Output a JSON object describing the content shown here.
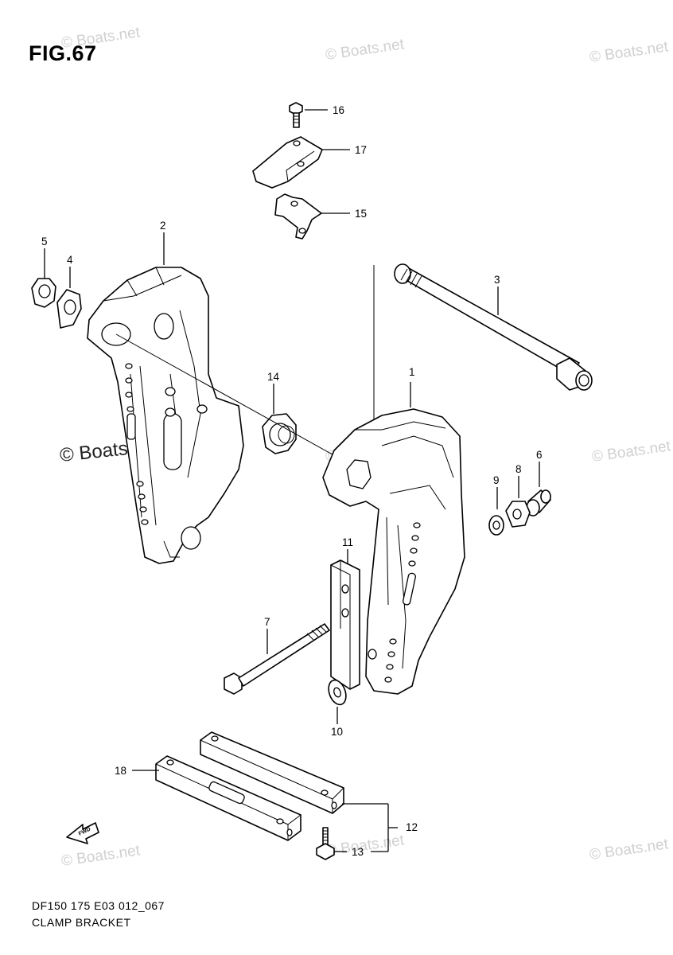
{
  "figure": {
    "title": "FIG.67"
  },
  "footer": {
    "code": "DF150 175 E03 012_067",
    "name": "CLAMP BRACKET"
  },
  "watermark": {
    "text": "© Boats.net"
  },
  "fwd_label": "FWD",
  "callouts": {
    "c1": "1",
    "c2": "2",
    "c3": "3",
    "c4": "4",
    "c5": "5",
    "c6": "6",
    "c7": "7",
    "c8": "8",
    "c9": "9",
    "c10": "10",
    "c11": "11",
    "c12": "12",
    "c13": "13",
    "c14": "14",
    "c15": "15",
    "c16": "16",
    "c17": "17",
    "c18": "18"
  }
}
